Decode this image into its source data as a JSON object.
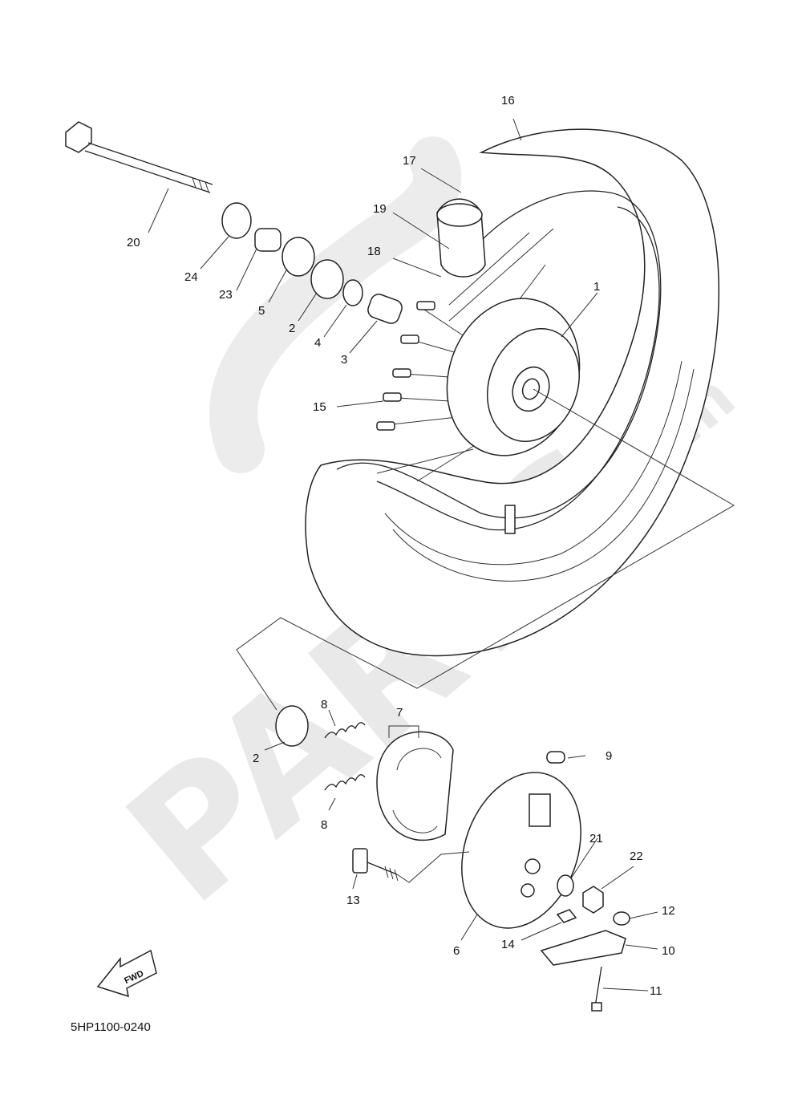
{
  "watermark": {
    "brand": "PARTS",
    "domain": ".com"
  },
  "diagram_code": "5HP1100-0240",
  "fwd_label": "FWD",
  "callouts": [
    {
      "id": "c1",
      "label": "1"
    },
    {
      "id": "c2a",
      "label": "2"
    },
    {
      "id": "c2b",
      "label": "2"
    },
    {
      "id": "c3",
      "label": "3"
    },
    {
      "id": "c4",
      "label": "4"
    },
    {
      "id": "c5",
      "label": "5"
    },
    {
      "id": "c6",
      "label": "6"
    },
    {
      "id": "c7",
      "label": "7"
    },
    {
      "id": "c8a",
      "label": "8"
    },
    {
      "id": "c8b",
      "label": "8"
    },
    {
      "id": "c9",
      "label": "9"
    },
    {
      "id": "c10",
      "label": "10"
    },
    {
      "id": "c11",
      "label": "11"
    },
    {
      "id": "c12",
      "label": "12"
    },
    {
      "id": "c13",
      "label": "13"
    },
    {
      "id": "c14",
      "label": "14"
    },
    {
      "id": "c15",
      "label": "15"
    },
    {
      "id": "c16",
      "label": "16"
    },
    {
      "id": "c17",
      "label": "17"
    },
    {
      "id": "c18",
      "label": "18"
    },
    {
      "id": "c19",
      "label": "19"
    },
    {
      "id": "c20",
      "label": "20"
    },
    {
      "id": "c21",
      "label": "21"
    },
    {
      "id": "c22",
      "label": "22"
    },
    {
      "id": "c23",
      "label": "23"
    },
    {
      "id": "c24",
      "label": "24"
    }
  ]
}
